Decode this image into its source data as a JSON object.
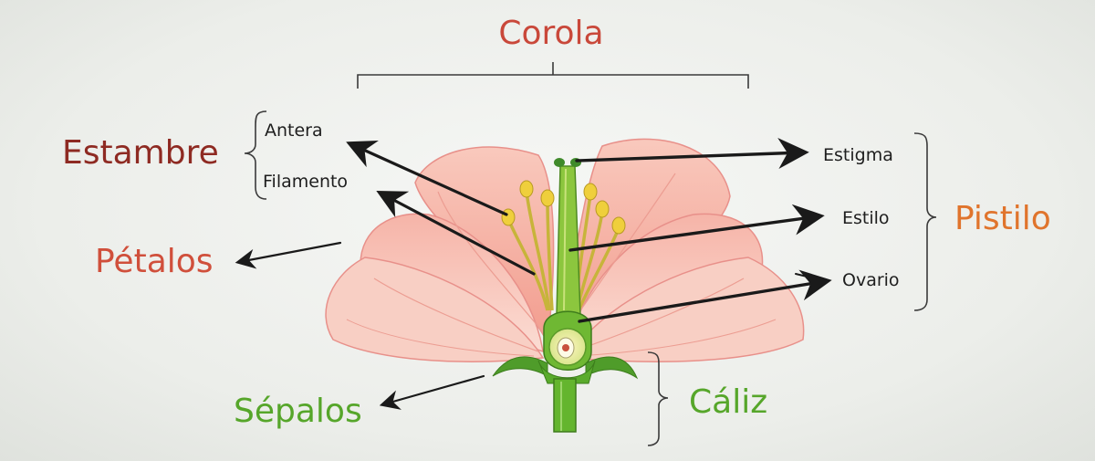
{
  "labels": {
    "corola": "Corola",
    "estambre": "Estambre",
    "antera": "Antera",
    "filamento": "Filamento",
    "petalos": "Pétalos",
    "sepalos": "Sépalos",
    "caliz": "Cáliz",
    "pistilo": "Pistilo",
    "estigma": "Estigma",
    "estilo": "Estilo",
    "ovario": "Ovario"
  },
  "colors": {
    "red_label": "#b73a2b",
    "dark_red_label": "#8e2a22",
    "orange_label": "#e0742c",
    "green_label": "#56a62a",
    "petal_light": "#fbd8cf",
    "petal_dark": "#e7867a",
    "stem_green": "#5fae2c",
    "stamen_yellow": "#e9c93e",
    "line": "#1a1a1a"
  }
}
